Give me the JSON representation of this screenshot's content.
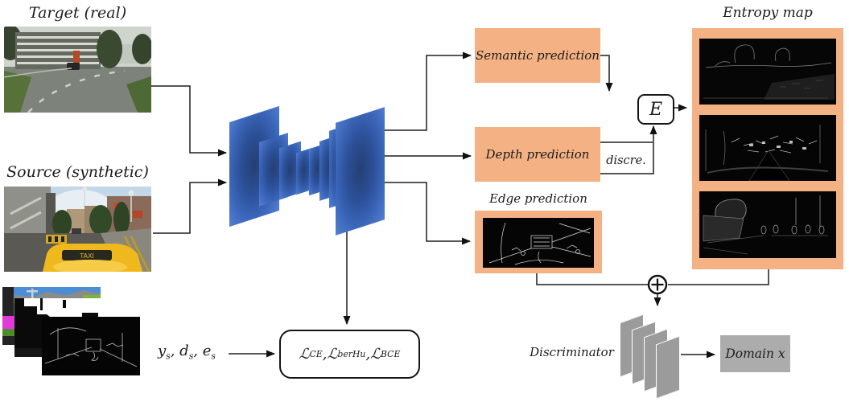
{
  "colors": {
    "accent_orange": "#F4B183",
    "network_blue": "#3A65B8",
    "discriminator_gray": "#9B9B9B",
    "domain_box_gray": "#ACACAC"
  },
  "inputs": {
    "target_label": "Target (real)",
    "source_label": "Source (synthetic)"
  },
  "predictions": {
    "semantic": "Semantic prediction",
    "depth": "Depth prediction",
    "edge": "Edge prediction",
    "discre_label": "discre.",
    "entropy_symbol": "E",
    "entropy_label": "Entropy map"
  },
  "icons": {
    "fusion": "circled-plus"
  },
  "gt_inputs": {
    "items": [
      {
        "base": "y",
        "sub": "s",
        "sep": ", "
      },
      {
        "base": "d",
        "sub": "s",
        "sep": ", "
      },
      {
        "base": "e",
        "sub": "s",
        "sep": ""
      }
    ]
  },
  "loss_box": {
    "items": [
      {
        "base": "ℒ",
        "sub": "CE",
        "sep": ", "
      },
      {
        "base": "ℒ",
        "sub": "berHu",
        "sep": ", "
      },
      {
        "base": "ℒ",
        "sub": "BCE",
        "sep": ""
      }
    ]
  },
  "discriminator": {
    "label": "Discriminator",
    "output_label": "Domain x"
  },
  "images": {
    "source_taxi_sign": "TAXI"
  }
}
